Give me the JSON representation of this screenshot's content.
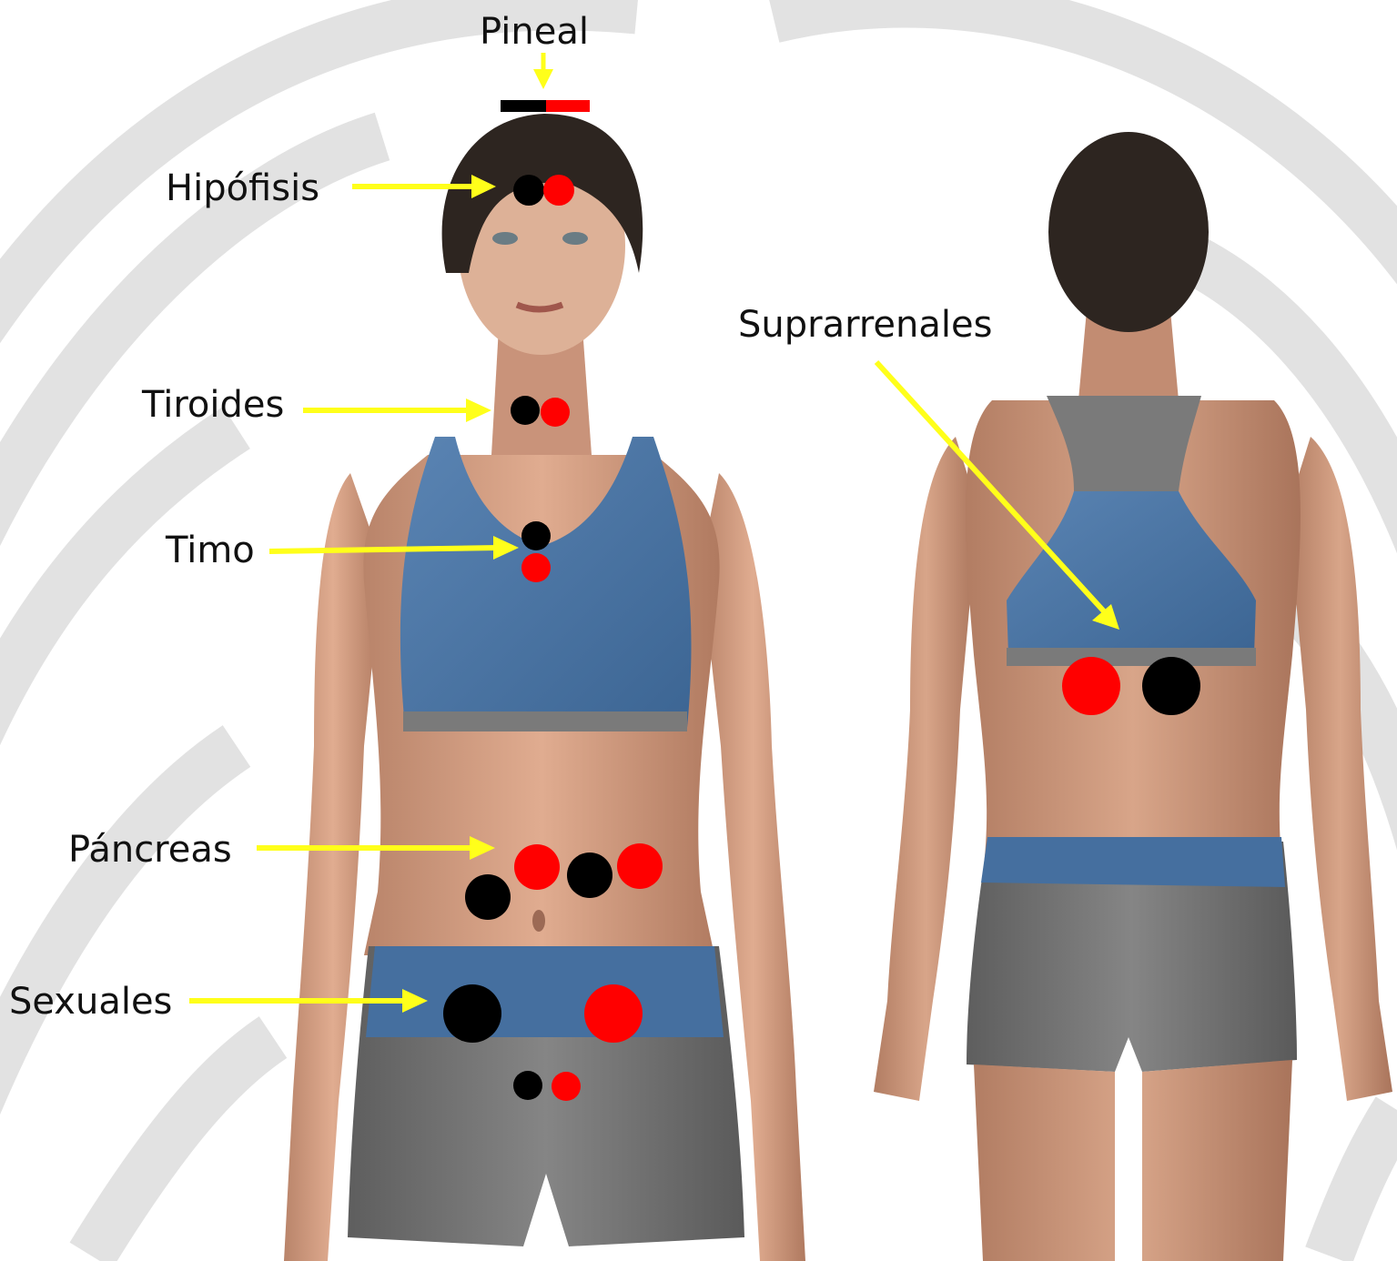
{
  "labels": {
    "pineal": "Pineal",
    "hipofisis": "Hipófisis",
    "tiroides": "Tiroides",
    "timo": "Timo",
    "pancreas": "Páncreas",
    "sexuales": "Sexuales",
    "suprarrenales": "Suprarrenales"
  },
  "colors": {
    "arrow": "#ffff1a",
    "point_black": "#000000",
    "point_red": "#ff0000",
    "top_blue": "#456f9f",
    "shorts_gray": "#6f6f6f",
    "strap_gray": "#7a7a7a",
    "skin": "#d7a185",
    "hair": "#2d2520",
    "background_swirl": "#e3e3e3"
  },
  "figures": [
    "front-view",
    "back-view"
  ]
}
